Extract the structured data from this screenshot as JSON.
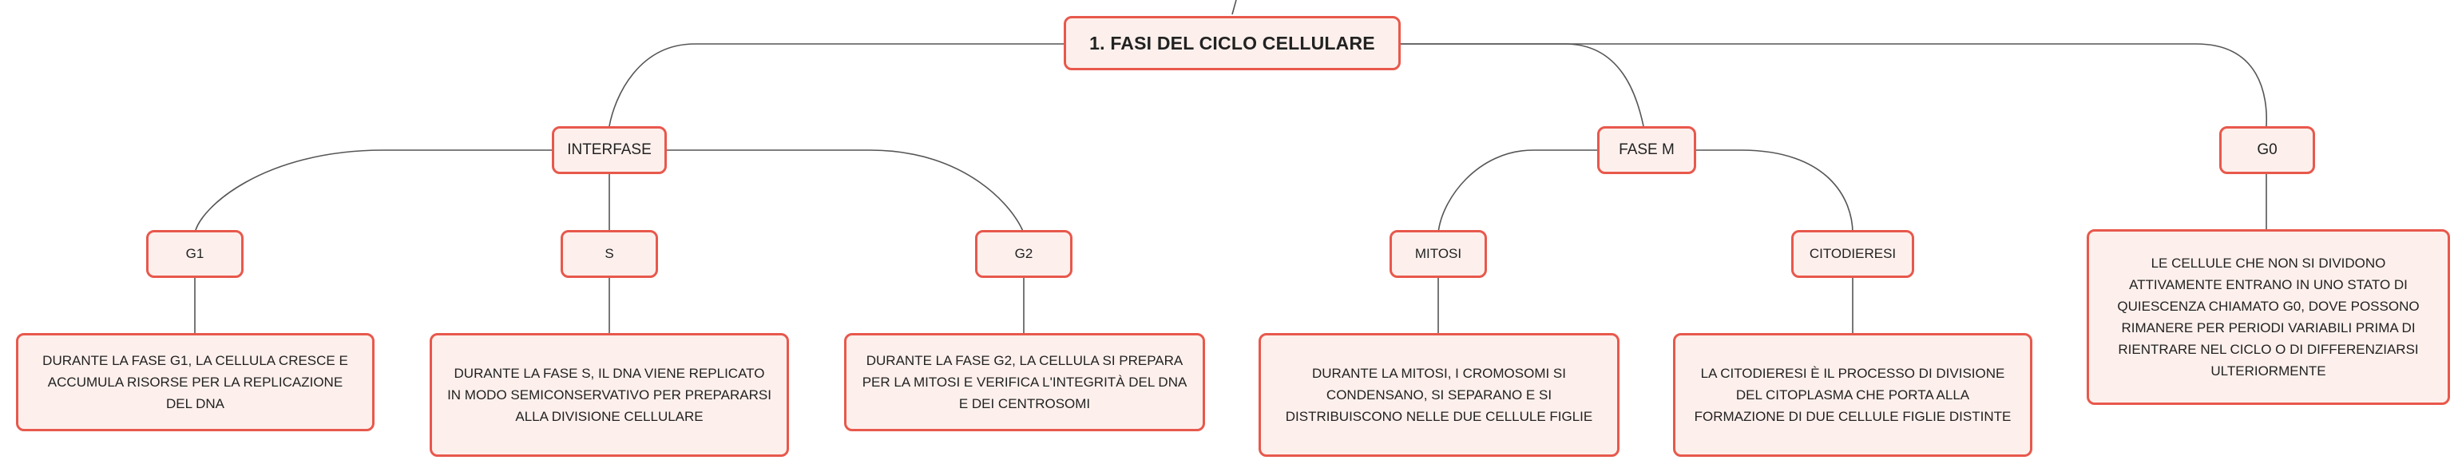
{
  "colors": {
    "node_border": "#e8584c",
    "node_fill": "#fdf0ec",
    "connector": "#555555"
  },
  "map": {
    "root": "1. FASI DEL CICLO CELLULARE",
    "interfase": {
      "label": "INTERFASE",
      "g1": {
        "label": "G1",
        "text": "DURANTE LA FASE G1, LA CELLULA CRESCE E ACCUMULA RISORSE PER LA REPLICAZIONE DEL DNA"
      },
      "s": {
        "label": "S",
        "text": "DURANTE LA FASE S, IL DNA VIENE REPLICATO IN MODO SEMICONSERVATIVO PER PREPARARSI ALLA DIVISIONE CELLULARE"
      },
      "g2": {
        "label": "G2",
        "text": "DURANTE LA FASE G2, LA CELLULA SI PREPARA PER LA MITOSI E VERIFICA L'INTEGRITÀ DEL DNA E DEI CENTROSOMI"
      }
    },
    "fase_m": {
      "label": "FASE M",
      "mitosi": {
        "label": "MITOSI",
        "text": "DURANTE LA MITOSI, I CROMOSOMI SI CONDENSANO, SI SEPARANO E SI DISTRIBUISCONO NELLE DUE CELLULE FIGLIE"
      },
      "citodieresi": {
        "label": "CITODIERESI",
        "text": "LA CITODIERESI È IL PROCESSO DI DIVISIONE DEL CITOPLASMA CHE PORTA ALLA FORMAZIONE DI DUE CELLULE FIGLIE DISTINTE"
      }
    },
    "g0": {
      "label": "G0",
      "text": "LE CELLULE CHE NON SI DIVIDONO ATTIVAMENTE ENTRANO IN UNO STATO DI QUIESCENZA CHIAMATO G0, DOVE POSSONO RIMANERE PER PERIODI VARIABILI PRIMA DI RIENTRARE NEL CICLO O DI DIFFERENZIARSI ULTERIORMENTE"
    }
  }
}
